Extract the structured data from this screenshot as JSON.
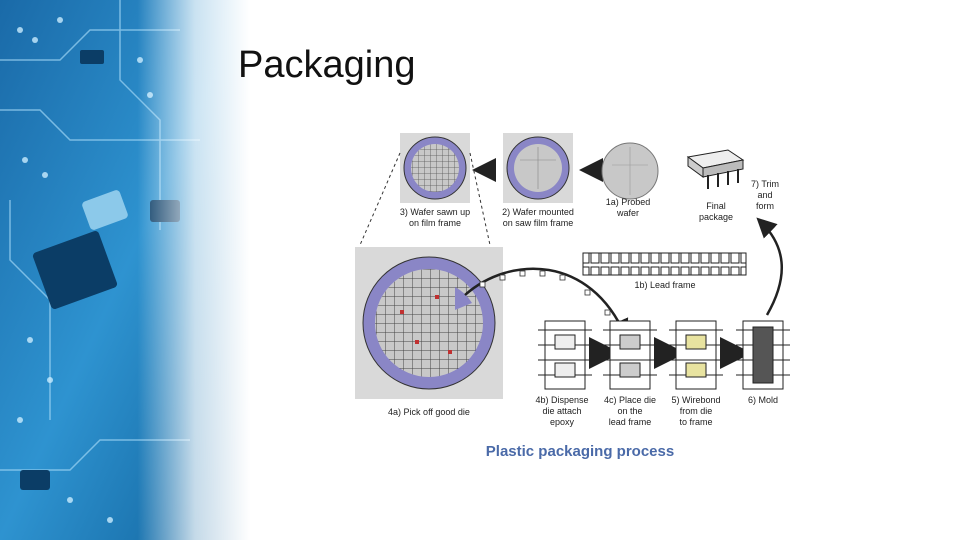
{
  "slide": {
    "title": "Packaging"
  },
  "diagram": {
    "caption": "Plastic packaging process",
    "steps": {
      "s1a": [
        "1a) Probed",
        "wafer"
      ],
      "s1b": "1b) Lead frame",
      "s2": [
        "2) Wafer mounted",
        "on saw film frame"
      ],
      "s3": [
        "3) Wafer sawn up",
        "on film frame"
      ],
      "s4a": "4a) Pick off good die",
      "s4b": [
        "4b) Dispense",
        "die attach",
        "epoxy"
      ],
      "s4c": [
        "4c) Place die",
        "on the",
        "lead frame"
      ],
      "s5": [
        "5) Wirebond",
        "from die",
        "to frame"
      ],
      "s6": "6) Mold",
      "s7": [
        "7) Trim",
        "and",
        "form"
      ],
      "final": [
        "Final",
        "package"
      ]
    }
  },
  "colors": {
    "wafer_ring": "#8a86c6",
    "panel": "#d9d9d9",
    "accent_blue": "#4a6aa8"
  }
}
